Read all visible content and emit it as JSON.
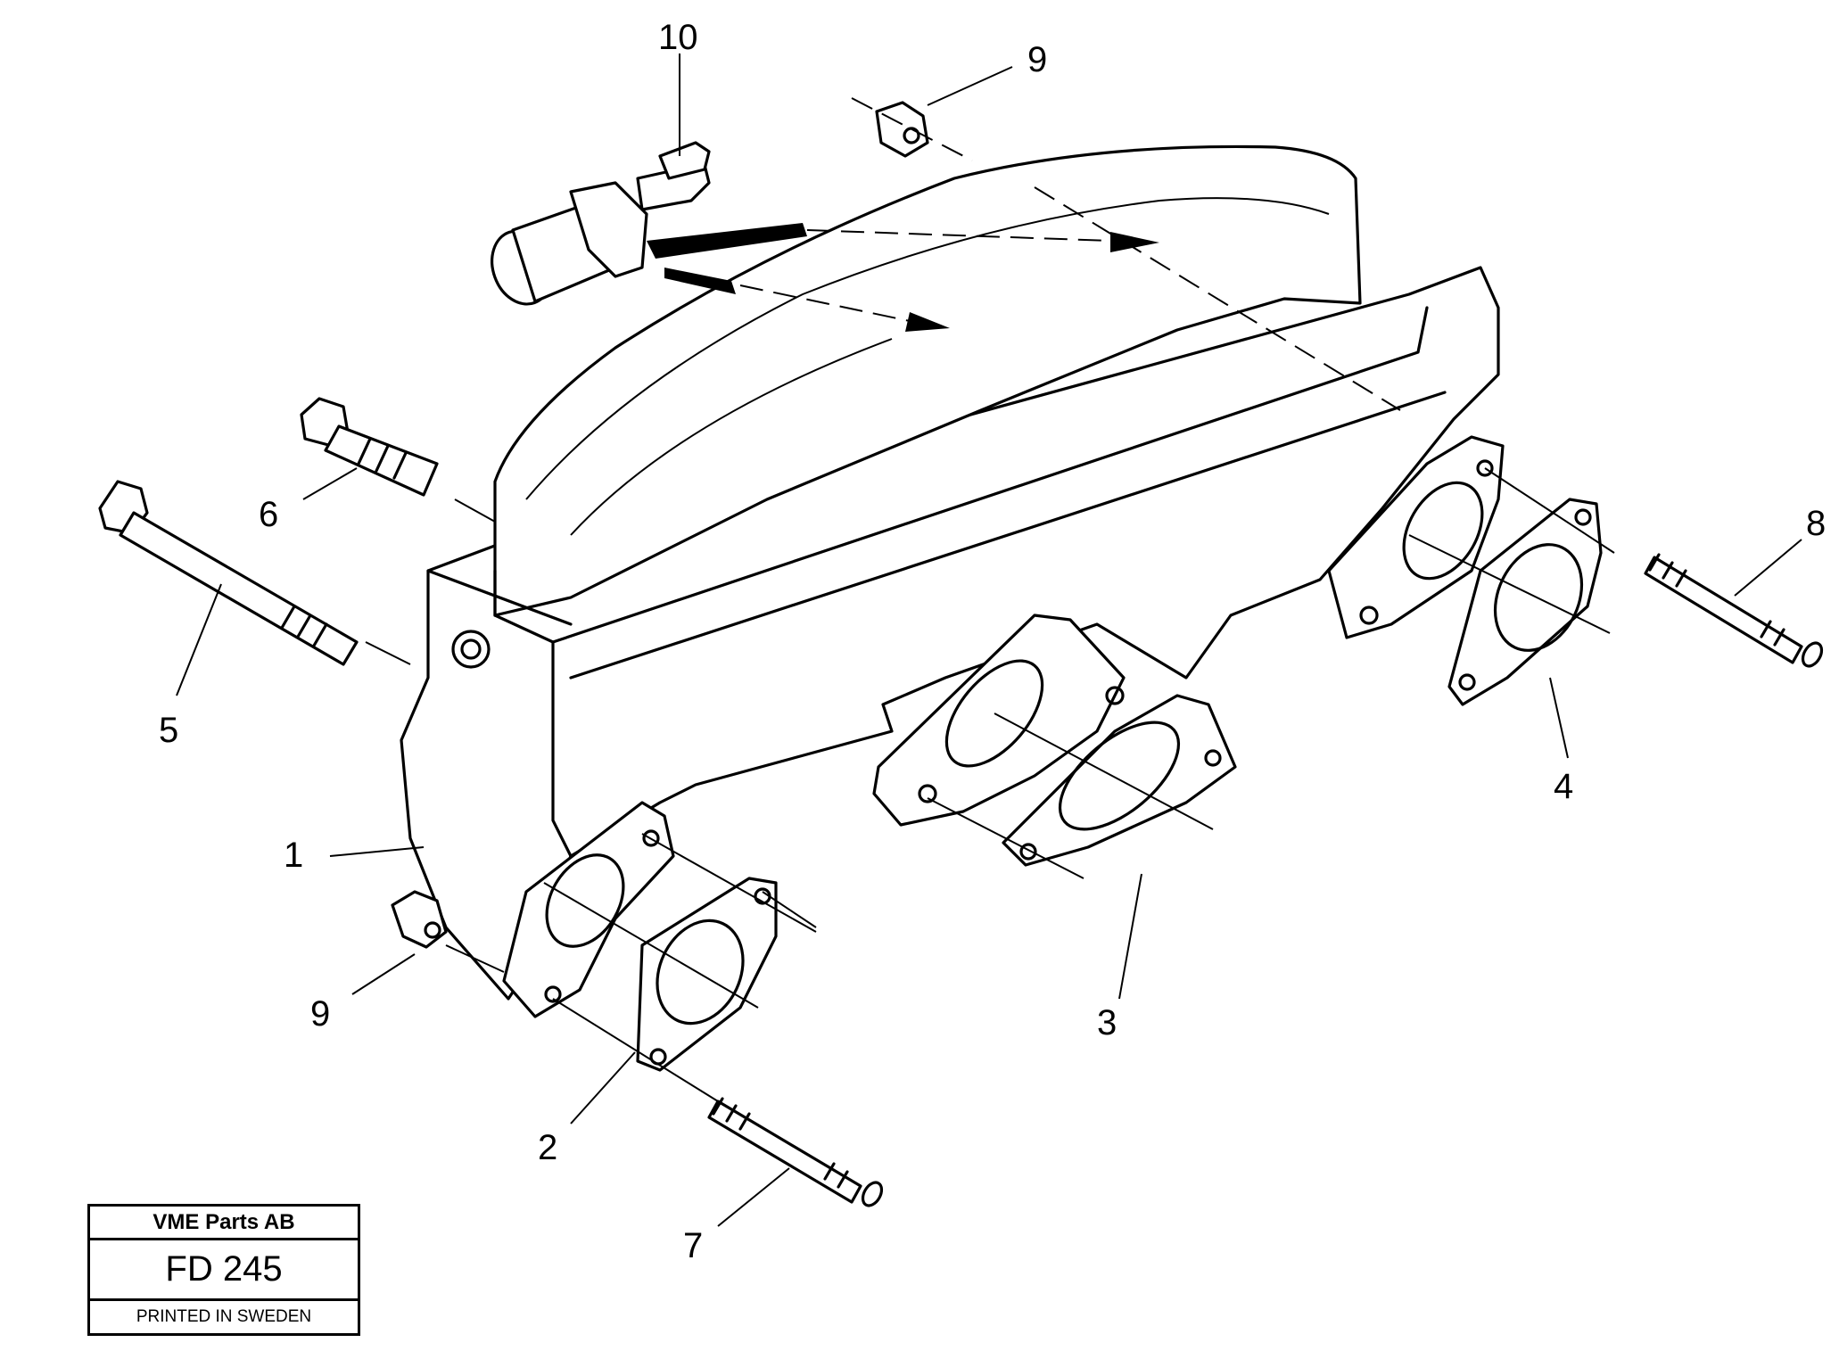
{
  "callouts": [
    "1",
    "2",
    "3",
    "4",
    "5",
    "6",
    "7",
    "8",
    "9",
    "9",
    "10"
  ],
  "title_block": {
    "company": "VME Parts AB",
    "drawing_number": "FD 245",
    "printed": "PRINTED IN SWEDEN"
  }
}
